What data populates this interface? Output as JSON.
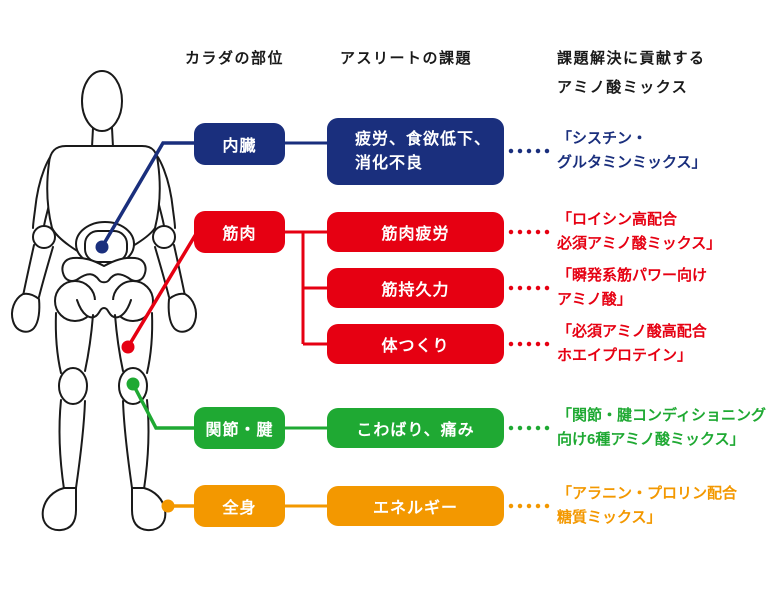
{
  "headers": {
    "part": "カラダの部位",
    "issue": "アスリートの課題",
    "solution_line1": "課題解決に貢献する",
    "solution_line2": "アミノ酸ミックス"
  },
  "colors": {
    "navy": "#1a2f7d",
    "red": "#e60012",
    "green": "#1fa933",
    "orange": "#f39800",
    "heading_text": "#1a1a1a",
    "box_text": "#ffffff",
    "body_outline": "#1a1a1a"
  },
  "groups": [
    {
      "part": "内臓",
      "color": "#1a2f7d",
      "items": [
        {
          "issue_line1": "疲労、食欲低下、",
          "issue_line2": "消化不良",
          "solution_line1": "「シスチン・",
          "solution_line2": "グルタミンミックス」"
        }
      ]
    },
    {
      "part": "筋肉",
      "color": "#e60012",
      "items": [
        {
          "issue": "筋肉疲労",
          "solution_line1": "「ロイシン高配合",
          "solution_line2": "必須アミノ酸ミックス」"
        },
        {
          "issue": "筋持久力",
          "solution_line1": "「瞬発系筋パワー向け",
          "solution_line2": "アミノ酸」"
        },
        {
          "issue": "体つくり",
          "solution_line1": "「必須アミノ酸高配合",
          "solution_line2": "ホエイプロテイン」"
        }
      ]
    },
    {
      "part": "関節・腱",
      "color": "#1fa933",
      "items": [
        {
          "issue": "こわばり、痛み",
          "solution_line1": "「関節・腱コンディショニング",
          "solution_line2": "向け6種アミノ酸ミックス」"
        }
      ]
    },
    {
      "part": "全身",
      "color": "#f39800",
      "items": [
        {
          "issue": "エネルギー",
          "solution_line1": "「アラニン・プロリン配合",
          "solution_line2": "糖質ミックス」"
        }
      ]
    }
  ]
}
